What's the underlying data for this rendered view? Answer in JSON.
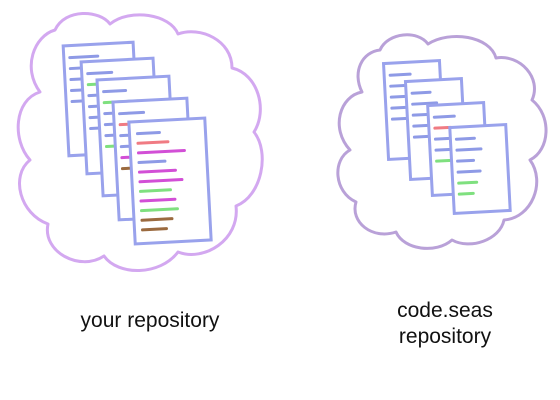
{
  "colors": {
    "cloud_left": "#d3a8f0",
    "cloud_right": "#b9a1d8",
    "page_border": "#99a2ec",
    "page_fill": "#ffffff",
    "line_blue": "#8e9ae6",
    "line_green": "#7fe07f",
    "line_magenta": "#d24fd6",
    "line_red": "#f07b83",
    "line_brown": "#9b6a3f"
  },
  "icons": [
    "cloud-icon",
    "document-stack-icon"
  ],
  "groups": [
    {
      "id": "your-repository",
      "label_lines": [
        "your repository"
      ],
      "page_count": 5
    },
    {
      "id": "code-seas-repository",
      "label_lines": [
        "code.seas",
        "repository"
      ],
      "page_count": 4
    }
  ]
}
